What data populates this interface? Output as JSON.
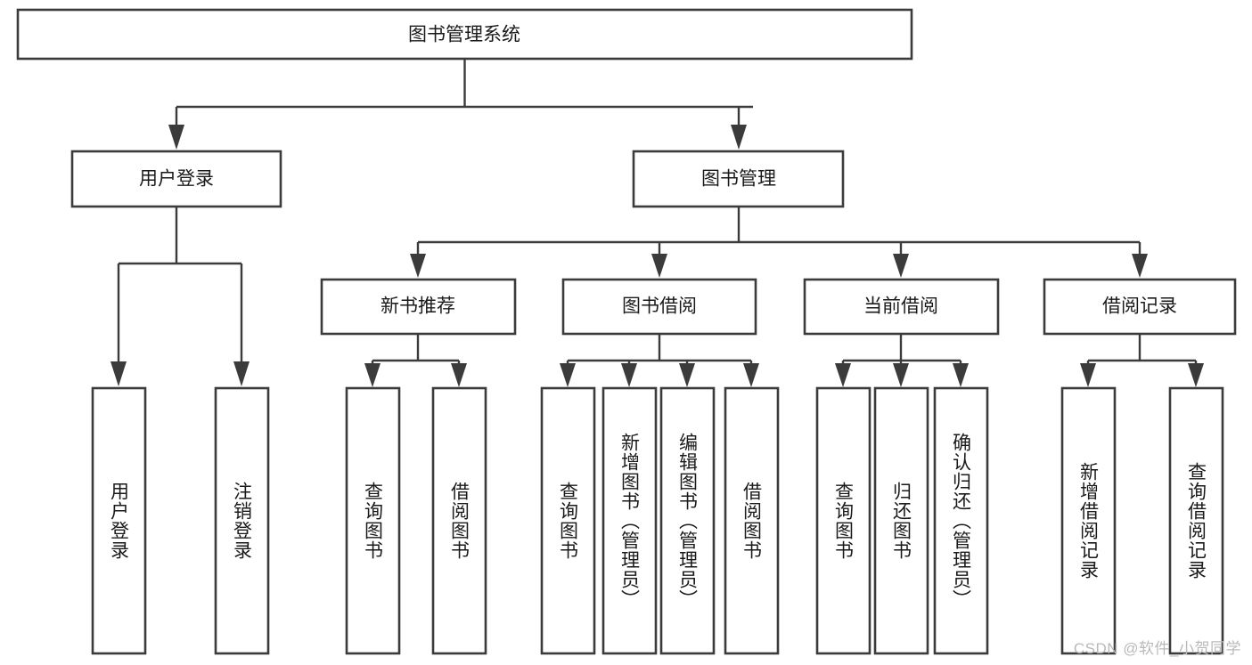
{
  "diagram": {
    "title": "图书管理系统",
    "type": "tree",
    "watermark": "CSDN @软件_小贺同学",
    "colors": {
      "box_stroke": "#3b3b3b",
      "box_fill": "#ffffff",
      "connector": "#3b3b3b",
      "text": "#1a1a1a",
      "watermark": "#b9b9b9",
      "background": "#ffffff"
    },
    "nodes": {
      "root": {
        "label": "图书管理系统"
      },
      "level2": [
        {
          "label": "用户登录"
        },
        {
          "label": "图书管理"
        }
      ],
      "level3": [
        {
          "label": "新书推荐"
        },
        {
          "label": "图书借阅"
        },
        {
          "label": "当前借阅"
        },
        {
          "label": "借阅记录"
        }
      ],
      "leaves_user_login": [
        {
          "label": "用户登录"
        },
        {
          "label": "注销登录"
        }
      ],
      "leaves_new_book": [
        {
          "label": "查询图书"
        },
        {
          "label": "借阅图书"
        }
      ],
      "leaves_borrow": [
        {
          "label": "查询图书"
        },
        {
          "label": "新增图书（管理员）"
        },
        {
          "label": "编辑图书（管理员）"
        },
        {
          "label": "借阅图书"
        }
      ],
      "leaves_current": [
        {
          "label": "查询图书"
        },
        {
          "label": "归还图书"
        },
        {
          "label": "确认归还（管理员）"
        }
      ],
      "leaves_records": [
        {
          "label": "新增借阅记录"
        },
        {
          "label": "查询借阅记录"
        }
      ]
    }
  }
}
